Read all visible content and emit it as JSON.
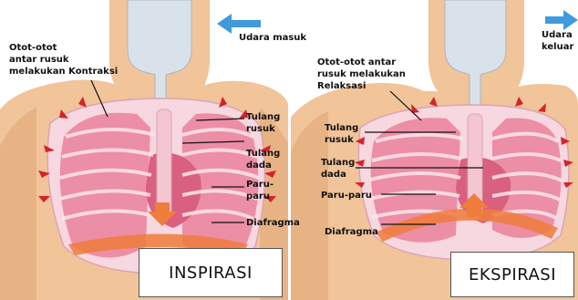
{
  "panels": [
    {
      "id": "inspirasi",
      "title": "INSPIRASI",
      "air_label": "Udara masuk",
      "muscle_label": [
        "Otot-otot",
        "antar rusuk",
        "melakukan Kontraksi"
      ],
      "labels": {
        "tulang_rusuk": [
          "Tulang",
          "rusuk"
        ],
        "tulang_dada": [
          "Tulang",
          "dada"
        ],
        "paru_paru": [
          "Paru-",
          "paru"
        ],
        "diafragma": "Diafragma"
      }
    },
    {
      "id": "ekspirasi",
      "title": "EKSPIRASI",
      "air_label": [
        "Udara",
        "keluar"
      ],
      "muscle_label": [
        "Otot-otot antar",
        "rusuk melakukan",
        "Relaksasi"
      ],
      "labels": {
        "tulang_rusuk": [
          "Tulang",
          "rusuk"
        ],
        "tulang_dada": [
          "Tulang",
          "dada"
        ],
        "paru_paru": "Paru-paru",
        "diafragma": "Diafragma"
      }
    }
  ],
  "colors": {
    "skin": "#f1c49a",
    "skin_shadow": "#e2a877",
    "lung": "#ec8ea6",
    "lung_dark": "#d9607f",
    "rib": "#f7d7e0",
    "trachea": "#d9e2ea",
    "arrow_red": "#d5232a",
    "arrow_blue": "#3f9bdc",
    "diaphragm": "#ef7d3c"
  }
}
